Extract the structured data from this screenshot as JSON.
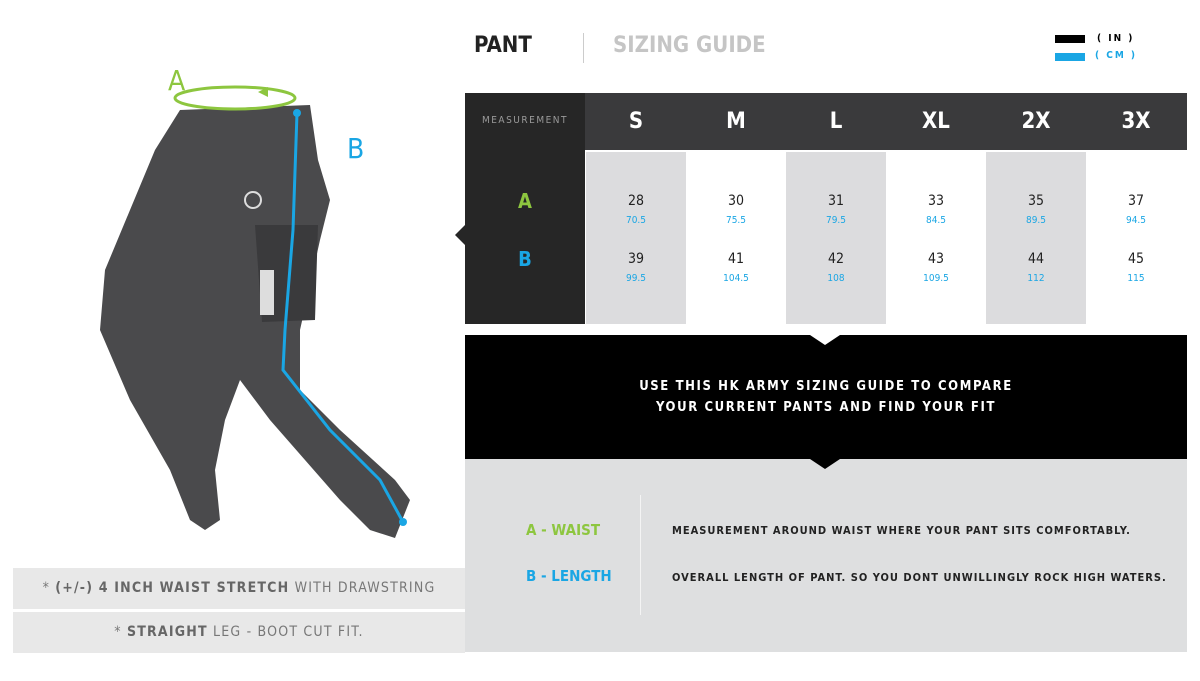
{
  "header": {
    "title": "PANT",
    "subtitle": "SIZING GUIDE"
  },
  "legend": {
    "inch_label": "( IN )",
    "cm_label": "( CM )",
    "inch_color": "#000000",
    "cm_color": "#1aa6e4"
  },
  "diagram": {
    "label_a": "A",
    "label_b": "B",
    "color_a": "#8dc63f",
    "color_b": "#1aa6e4"
  },
  "table": {
    "header_label": "MEASUREMENT",
    "sizes": [
      "S",
      "M",
      "L",
      "XL",
      "2X",
      "3X"
    ],
    "rows": [
      {
        "label": "A",
        "in": [
          "28",
          "30",
          "31",
          "33",
          "35",
          "37"
        ],
        "cm": [
          "70.5",
          "75.5",
          "79.5",
          "84.5",
          "89.5",
          "94.5"
        ]
      },
      {
        "label": "B",
        "in": [
          "39",
          "41",
          "42",
          "43",
          "44",
          "45"
        ],
        "cm": [
          "99.5",
          "104.5",
          "108",
          "109.5",
          "112",
          "115"
        ]
      }
    ]
  },
  "banner": {
    "line1": "USE THIS HK ARMY SIZING GUIDE TO COMPARE",
    "line2": "YOUR CURRENT PANTS AND FIND YOUR FIT"
  },
  "definitions": [
    {
      "key": "A - WAIST",
      "text": "MEASUREMENT AROUND WAIST WHERE YOUR PANT SITS COMFORTABLY."
    },
    {
      "key": "B - LENGTH",
      "text": "OVERALL LENGTH OF PANT. SO YOU DONT UNWILLINGLY ROCK HIGH WATERS."
    }
  ],
  "notes": [
    {
      "star": "*",
      "bold": "(+/-) 4 INCH WAIST STRETCH",
      "rest": " WITH DRAWSTRING"
    },
    {
      "star": "*",
      "bold": "STRAIGHT",
      "rest": " LEG - BOOT CUT FIT."
    }
  ]
}
